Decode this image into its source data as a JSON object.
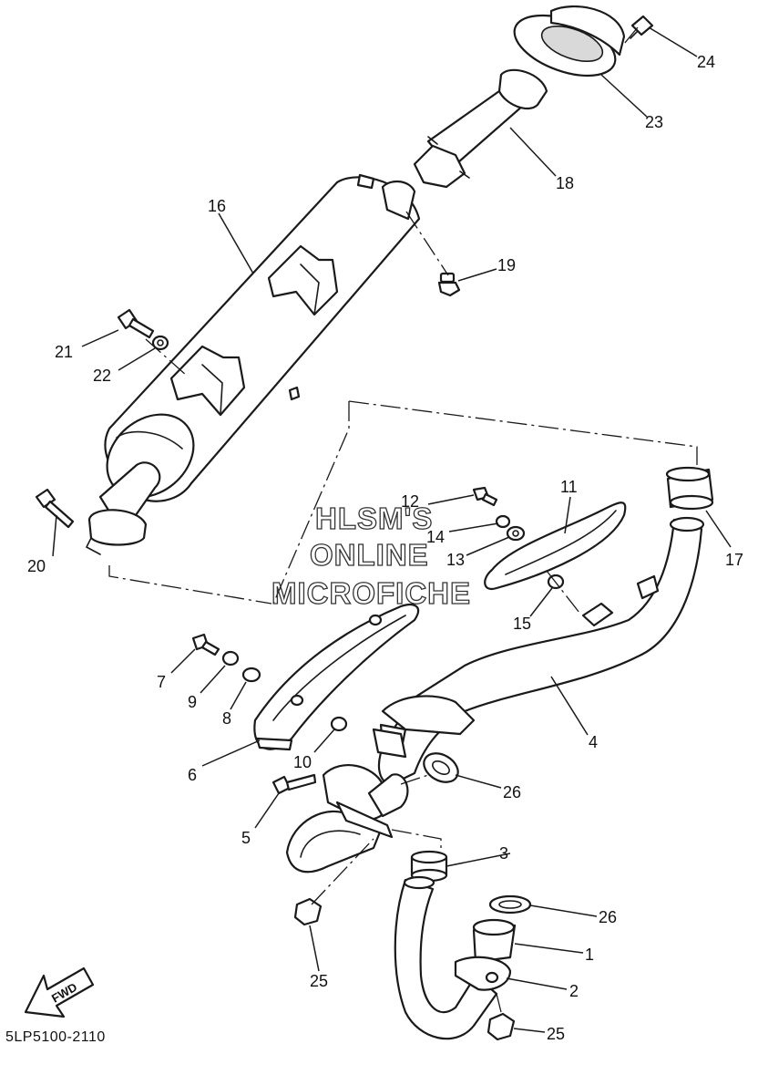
{
  "diagram": {
    "part_code": "5LP5100-2110",
    "fwd_label": "FWD",
    "watermark": [
      "HLSM'S",
      "ONLINE",
      "MICROFICHE"
    ]
  },
  "callouts": {
    "c1": "1",
    "c2": "2",
    "c3": "3",
    "c4": "4",
    "c5": "5",
    "c6": "6",
    "c7": "7",
    "c8": "8",
    "c9": "9",
    "c10": "10",
    "c11": "11",
    "c12": "12",
    "c13": "13",
    "c14": "14",
    "c15": "15",
    "c16": "16",
    "c17": "17",
    "c18": "18",
    "c19": "19",
    "c20": "20",
    "c21": "21",
    "c22": "22",
    "c23": "23",
    "c24": "24",
    "c25a": "25",
    "c25b": "25",
    "c26a": "26",
    "c26b": "26"
  }
}
